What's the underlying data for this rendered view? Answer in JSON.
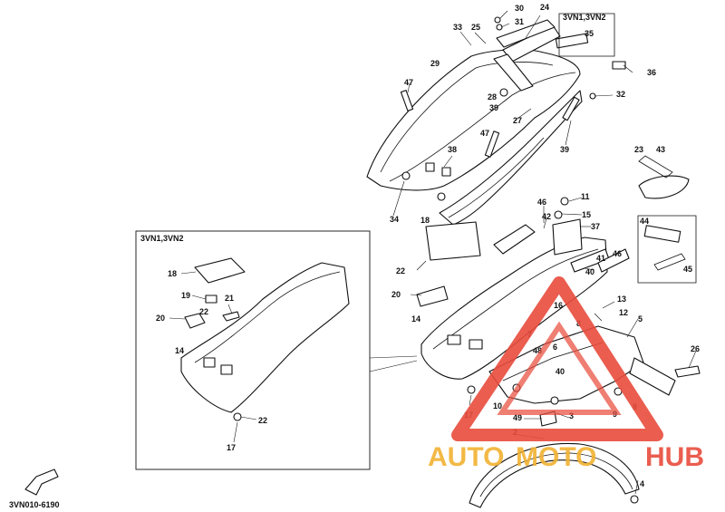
{
  "diagram": {
    "code": "3VN010-6190",
    "inset_title": "3VN1,3VN2",
    "box_title": "3VN1,3VN2",
    "labels": {
      "p2": "2",
      "p3": "3",
      "p4": "4",
      "p5": "5",
      "p6": "6",
      "p7": "7",
      "p8a": "8",
      "p8b": "8",
      "p9": "9",
      "p10": "10",
      "p11": "11",
      "p12": "12",
      "p13": "13",
      "p14": "14",
      "p14i": "14",
      "p15": "15",
      "p16": "16",
      "p17": "17",
      "p17i": "17",
      "p18": "18",
      "p18i": "18",
      "p19i": "19",
      "p20": "20",
      "p20i": "20",
      "p21i": "21",
      "p22": "22",
      "p22i": "22",
      "p22j": "22",
      "p23": "23",
      "p24": "24",
      "p25": "25",
      "p26": "26",
      "p27": "27",
      "p28": "28",
      "p29": "29",
      "p30": "30",
      "p31": "31",
      "p32": "32",
      "p33": "33",
      "p34": "34",
      "p35": "35",
      "p36": "36",
      "p37": "37",
      "p38": "38",
      "p39a": "39",
      "p39b": "39",
      "p40": "40",
      "p41": "41",
      "p42": "42",
      "p43": "43",
      "p44": "44",
      "p45": "45",
      "p46a": "46",
      "p46b": "46",
      "p47a": "47",
      "p47b": "47",
      "p48": "48",
      "p49": "49"
    }
  },
  "watermark": {
    "text_a": "AUTO",
    "text_b": "MOTO",
    "text_c": "HUB",
    "color_primary": "#e84c3d",
    "color_secondary": "#f2b233"
  }
}
